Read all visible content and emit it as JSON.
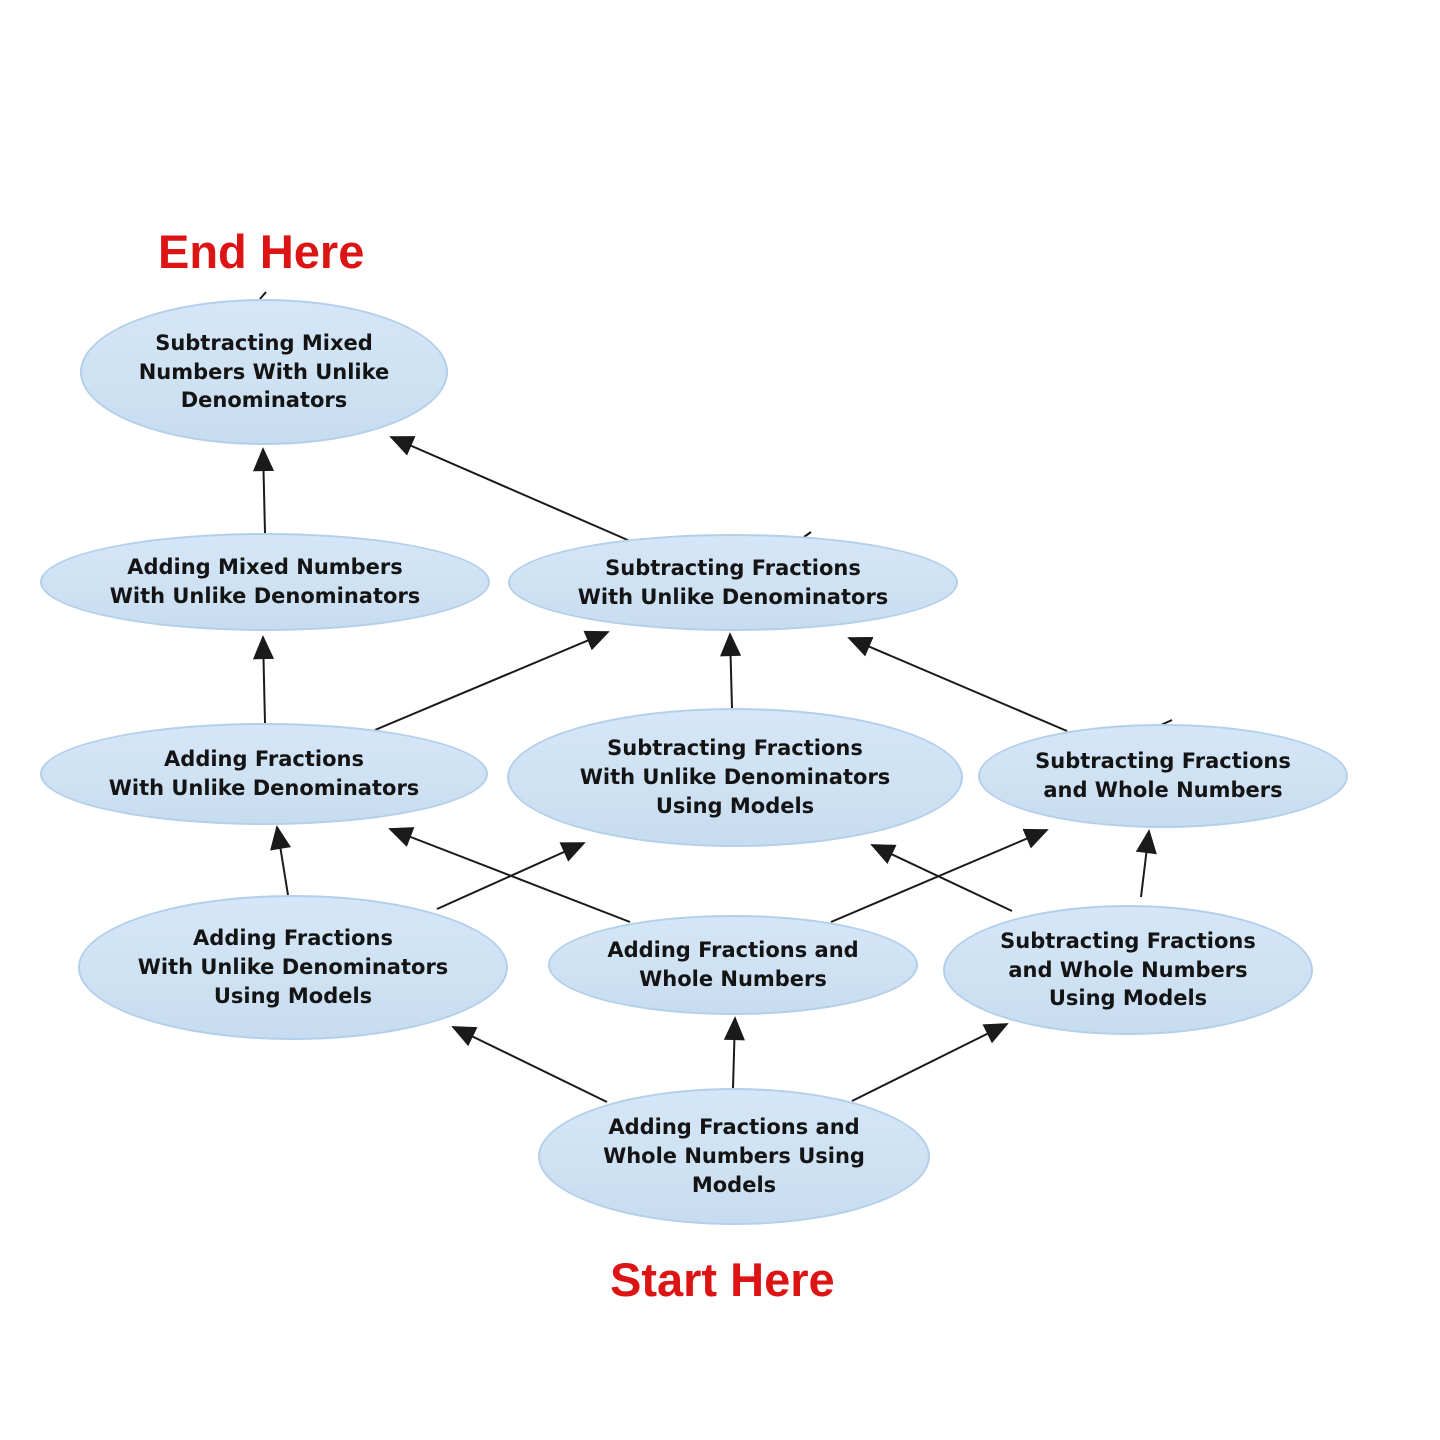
{
  "labels": {
    "end": "End Here",
    "start": "Start Here"
  },
  "colors": {
    "background": "#ffffff",
    "node_fill": "#cfe2f3",
    "node_border": "#b3cfe9",
    "node_text": "#141414",
    "edge": "#1a1a1a",
    "marker_red": "#dc1414"
  },
  "nodes": [
    {
      "id": "n1",
      "label": "Subtracting Mixed\nNumbers With Unlike\nDenominators"
    },
    {
      "id": "n2",
      "label": "Adding Mixed Numbers\nWith Unlike Denominators"
    },
    {
      "id": "n3",
      "label": "Subtracting Fractions\nWith Unlike Denominators"
    },
    {
      "id": "n4",
      "label": "Adding Fractions\nWith Unlike Denominators"
    },
    {
      "id": "n5",
      "label": "Subtracting Fractions\nWith Unlike Denominators\nUsing Models"
    },
    {
      "id": "n6",
      "label": "Subtracting Fractions\nand Whole Numbers"
    },
    {
      "id": "n7",
      "label": "Adding Fractions\nWith Unlike Denominators\nUsing Models"
    },
    {
      "id": "n8",
      "label": "Adding Fractions and\nWhole Numbers"
    },
    {
      "id": "n9",
      "label": "Subtracting Fractions\nand Whole Numbers\nUsing Models"
    },
    {
      "id": "n10",
      "label": "Adding Fractions and\nWhole Numbers Using\nModels"
    }
  ],
  "edges": [
    {
      "from": "n10",
      "to": "n7"
    },
    {
      "from": "n10",
      "to": "n8"
    },
    {
      "from": "n10",
      "to": "n9"
    },
    {
      "from": "n7",
      "to": "n4"
    },
    {
      "from": "n7",
      "to": "n5"
    },
    {
      "from": "n8",
      "to": "n4"
    },
    {
      "from": "n8",
      "to": "n6"
    },
    {
      "from": "n9",
      "to": "n5"
    },
    {
      "from": "n9",
      "to": "n6"
    },
    {
      "from": "n4",
      "to": "n2"
    },
    {
      "from": "n4",
      "to": "n3"
    },
    {
      "from": "n5",
      "to": "n3"
    },
    {
      "from": "n6",
      "to": "n3"
    },
    {
      "from": "n2",
      "to": "n1"
    },
    {
      "from": "n3",
      "to": "n1"
    }
  ]
}
